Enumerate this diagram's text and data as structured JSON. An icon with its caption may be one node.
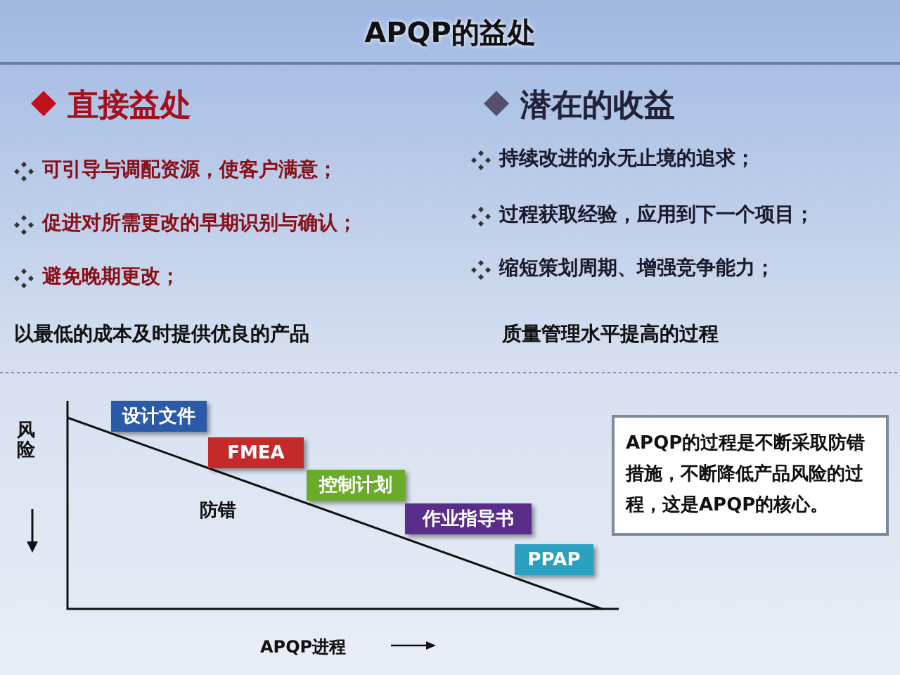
{
  "diagram": {
    "title": "APQP的益处",
    "nodes": [
      {
        "text": [
          "设计文件"
        ]
      },
      {
        "text": [
          "FMEA"
        ]
      },
      {
        "text": [
          "控制计划"
        ]
      },
      {
        "text": [
          "作业指导书"
        ]
      },
      {
        "text": [
          "PPAP"
        ]
      },
      {
        "text": [
          "APQP的过程是不断采取防错措施，不断降低产品风险的过程，这是APQP的核心。"
        ]
      }
    ],
    "edges": [],
    "labels": [
      "直接益处",
      "潜在的收益",
      "可引导与调配资源，使客户满意；",
      "持续改进的永无止境的追求；",
      "促进对所需更改的早期识别与确认；",
      "过程获取经验，应用到下一个项目；",
      "避免晚期更改；",
      "缩短策划周期、增强竞争能力；",
      "以最低的成本及时提供优良的产品",
      "质量管理水平提高的过程",
      "风险",
      "防错",
      "APQP进程"
    ]
  }
}
